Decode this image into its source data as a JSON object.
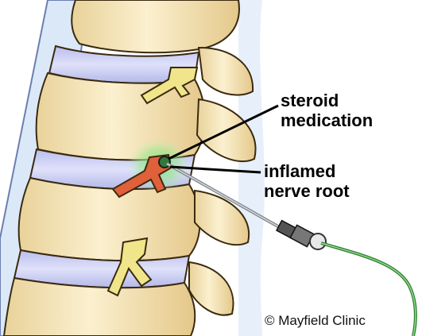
{
  "labels": {
    "steroid_line1": "steroid",
    "steroid_line2": "medication",
    "nerve_line1": "inflamed",
    "nerve_line2": "nerve root"
  },
  "copyright": "© Mayfield Clinic",
  "colors": {
    "bone": "#f6e6b8",
    "bone_shadow": "#d9b97a",
    "disc": "#c9cdf2",
    "dura": "#dbe8f8",
    "nerve_normal": "#f0e58a",
    "nerve_inflamed": "#e0603a",
    "medication_glow": "#7fe07a",
    "catheter": "#4caf50",
    "needle": "#9aa0a6"
  }
}
